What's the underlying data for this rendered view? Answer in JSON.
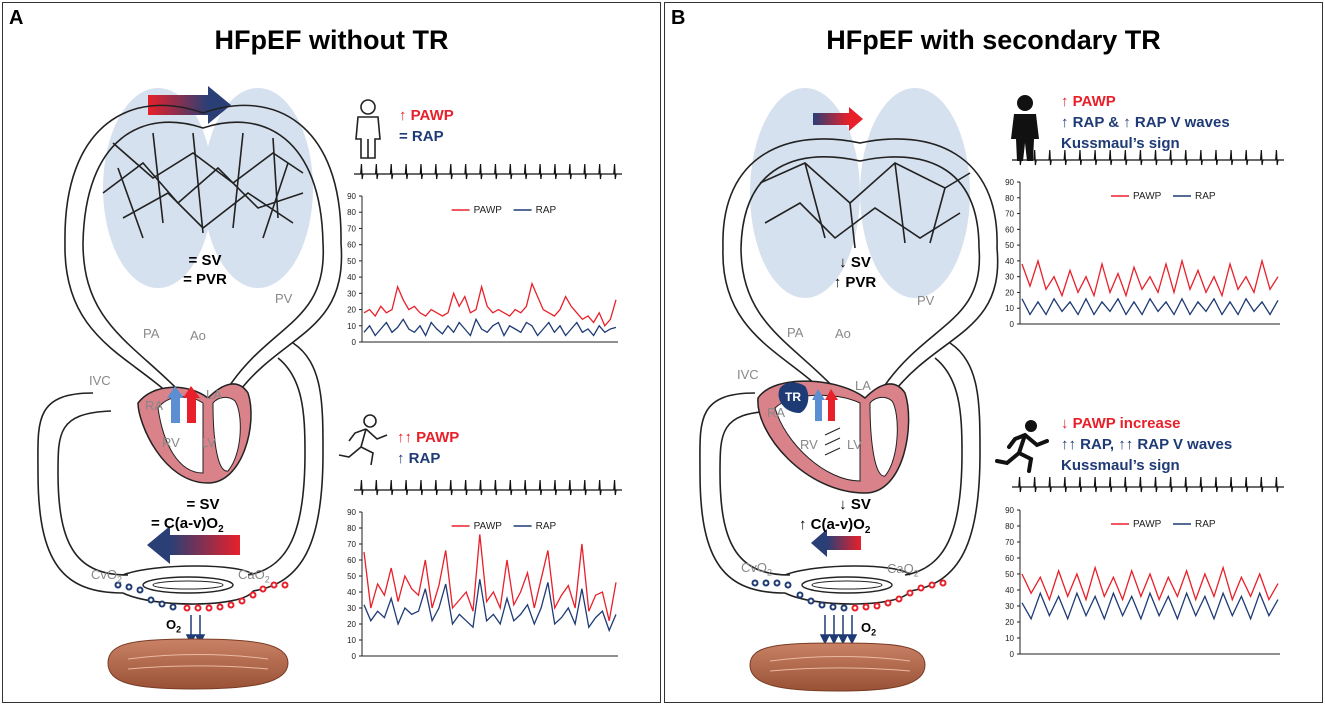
{
  "panels": [
    {
      "letter": "A",
      "title": "HFpEF without TR",
      "diagram": {
        "sv_line1": "= SV",
        "sv_line2": "= PVR",
        "lower_line1": "= SV",
        "lower_line2": "= C(a-v)O",
        "lower_sub": "2",
        "pa": "PA",
        "ao": "Ao",
        "pv": "PV",
        "ivc": "IVC",
        "ra": "RA",
        "la": "LA",
        "rv": "RV",
        "lv": "LV",
        "cvo2": "CvO",
        "cvo2_sub": "2",
        "cao2": "CaO",
        "cao2_sub": "2",
        "o2": "O",
        "o2_sub": "2"
      },
      "rest": {
        "icon": "standing-person-outline-icon",
        "line1": "↑ PAWP",
        "line2": "= RAP"
      },
      "exercise": {
        "icon": "running-person-outline-icon",
        "line1": "↑↑ PAWP",
        "line2": "↑ RAP"
      }
    },
    {
      "letter": "B",
      "title": "HFpEF with secondary TR",
      "diagram": {
        "sv_line1": "↓ SV",
        "sv_line2": "↑ PVR",
        "lower_line1": "↓ SV",
        "lower_line2": "↑ C(a-v)O",
        "lower_sub": "2",
        "pa": "PA",
        "ao": "Ao",
        "pv": "PV",
        "ivc": "IVC",
        "ra": "RA",
        "la": "LA",
        "rv": "RV",
        "lv": "LV",
        "tr": "TR",
        "cvo2": "CvO",
        "cvo2_sub": "2",
        "cao2": "CaO",
        "cao2_sub": "2",
        "o2": "O",
        "o2_sub": "2"
      },
      "rest": {
        "icon": "standing-person-filled-icon",
        "line1": "↑ PAWP",
        "line2": "↑ RAP & ↑ RAP V waves",
        "line3": "Kussmaul’s sign"
      },
      "exercise": {
        "icon": "running-person-filled-icon",
        "line1": "↓ PAWP increase",
        "line2": "↑↑ RAP, ↑↑ RAP V waves",
        "line3": "Kussmaul’s sign"
      }
    }
  ],
  "colors": {
    "pawp": "#e8202a",
    "rap": "#1f3b75",
    "myocardium": "#d9828a",
    "lung": "#d6e1ef",
    "muscle": "#b0674a"
  },
  "chart_data": [
    {
      "type": "line",
      "panel": "A-rest",
      "legend": [
        "PAWP",
        "RAP"
      ],
      "ylim": [
        0,
        90
      ],
      "yticks": [
        "0",
        "10",
        "20",
        "30",
        "40",
        "50",
        "60",
        "70",
        "80",
        "90"
      ],
      "series": [
        {
          "name": "PAWP",
          "values": [
            18,
            20,
            16,
            22,
            18,
            20,
            34,
            26,
            20,
            22,
            18,
            16,
            20,
            18,
            16,
            18,
            30,
            22,
            28,
            18,
            20,
            34,
            22,
            18,
            20,
            18,
            16,
            20,
            18,
            22,
            36,
            28,
            20,
            18,
            16,
            20,
            28,
            22,
            18,
            14,
            16,
            12,
            18,
            10,
            14,
            26
          ]
        },
        {
          "name": "RAP",
          "values": [
            6,
            10,
            4,
            8,
            12,
            6,
            9,
            14,
            8,
            6,
            10,
            4,
            12,
            8,
            5,
            10,
            6,
            12,
            8,
            4,
            14,
            8,
            6,
            10,
            12,
            4,
            10,
            8,
            6,
            12,
            10,
            4,
            8,
            12,
            6,
            10,
            4,
            8,
            12,
            6,
            8,
            4,
            10,
            6,
            8,
            9
          ]
        }
      ]
    },
    {
      "type": "line",
      "panel": "A-exercise",
      "legend": [
        "PAWP",
        "RAP"
      ],
      "ylim": [
        0,
        90
      ],
      "yticks": [
        "0",
        "10",
        "20",
        "30",
        "40",
        "50",
        "60",
        "70",
        "80",
        "90"
      ],
      "series": [
        {
          "name": "PAWP",
          "values": [
            65,
            30,
            45,
            38,
            55,
            34,
            50,
            42,
            38,
            60,
            30,
            44,
            66,
            30,
            35,
            40,
            28,
            76,
            34,
            40,
            30,
            60,
            32,
            40,
            52,
            30,
            48,
            66,
            30,
            38,
            44,
            30,
            70,
            28,
            38,
            40,
            22,
            46
          ]
        },
        {
          "name": "RAP",
          "values": [
            32,
            22,
            28,
            24,
            36,
            20,
            30,
            26,
            28,
            42,
            22,
            30,
            45,
            20,
            26,
            22,
            18,
            48,
            22,
            26,
            20,
            36,
            22,
            26,
            32,
            20,
            30,
            46,
            20,
            24,
            30,
            20,
            42,
            18,
            24,
            28,
            16,
            26
          ]
        }
      ]
    },
    {
      "type": "line",
      "panel": "B-rest",
      "legend": [
        "PAWP",
        "RAP"
      ],
      "ylim": [
        0,
        90
      ],
      "yticks": [
        "0",
        "10",
        "20",
        "30",
        "40",
        "50",
        "60",
        "70",
        "80",
        "90"
      ],
      "series": [
        {
          "name": "PAWP",
          "values": [
            38,
            24,
            40,
            22,
            30,
            18,
            34,
            20,
            30,
            18,
            38,
            20,
            32,
            18,
            36,
            22,
            30,
            20,
            38,
            20,
            40,
            22,
            34,
            20,
            30,
            18,
            38,
            22,
            30,
            20,
            40,
            22,
            30
          ]
        },
        {
          "name": "RAP",
          "values": [
            16,
            6,
            14,
            6,
            16,
            8,
            14,
            6,
            16,
            6,
            14,
            8,
            16,
            6,
            14,
            6,
            16,
            8,
            14,
            6,
            16,
            6,
            14,
            8,
            16,
            6,
            14,
            6,
            16,
            8,
            14,
            6,
            15
          ]
        }
      ]
    },
    {
      "type": "line",
      "panel": "B-exercise",
      "legend": [
        "PAWP",
        "RAP"
      ],
      "ylim": [
        0,
        90
      ],
      "yticks": [
        "0",
        "10",
        "20",
        "30",
        "40",
        "50",
        "60",
        "70",
        "80",
        "90"
      ],
      "series": [
        {
          "name": "PAWP",
          "values": [
            50,
            38,
            48,
            34,
            52,
            36,
            50,
            34,
            54,
            36,
            48,
            34,
            52,
            36,
            50,
            34,
            48,
            36,
            52,
            34,
            50,
            36,
            54,
            34,
            48,
            36,
            50,
            34,
            44
          ]
        },
        {
          "name": "RAP",
          "values": [
            32,
            22,
            38,
            24,
            36,
            22,
            38,
            24,
            36,
            22,
            38,
            24,
            36,
            22,
            38,
            24,
            36,
            22,
            38,
            24,
            36,
            22,
            38,
            24,
            36,
            22,
            38,
            24,
            34
          ]
        }
      ]
    }
  ]
}
